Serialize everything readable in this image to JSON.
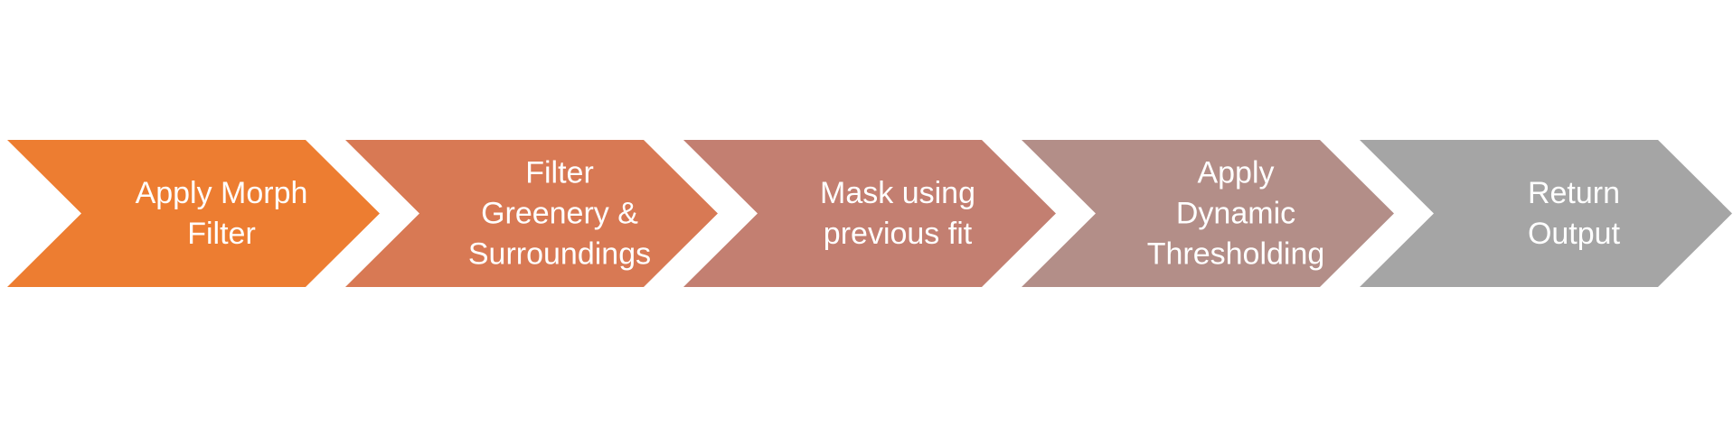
{
  "diagram": {
    "type": "chevron-process",
    "steps": [
      {
        "lines": [
          "Apply Morph",
          "Filter"
        ],
        "color": "#ED7D31"
      },
      {
        "lines": [
          "Filter",
          "Greenery &",
          "Surroundings"
        ],
        "color": "#D87954"
      },
      {
        "lines": [
          "Mask using",
          "previous fit"
        ],
        "color": "#C37F71"
      },
      {
        "lines": [
          "Apply",
          "Dynamic",
          "Thresholding"
        ],
        "color": "#B38E88"
      },
      {
        "lines": [
          "Return",
          "Output"
        ],
        "color": "#A5A5A5"
      }
    ]
  }
}
